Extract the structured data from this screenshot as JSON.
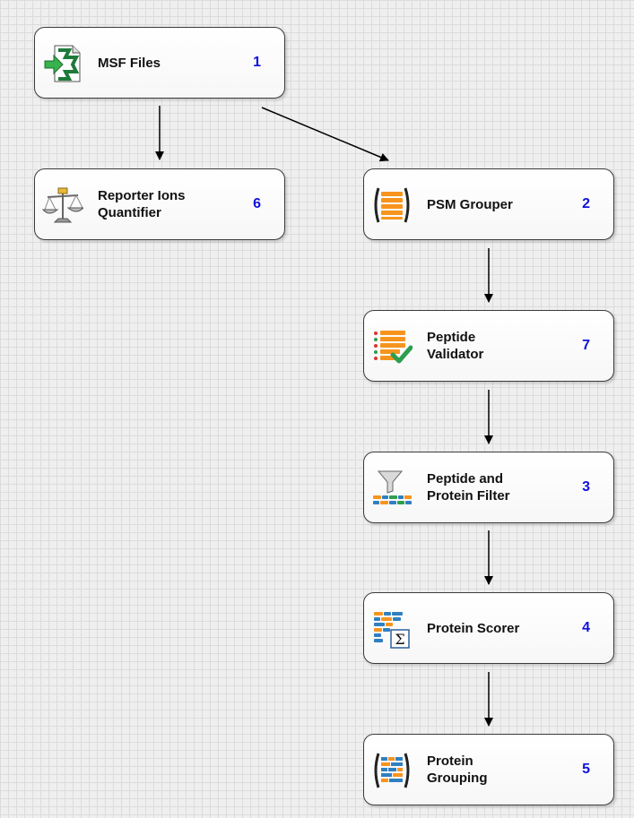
{
  "nodes": {
    "msf_files": {
      "label": "MSF Files",
      "number": "1",
      "icon": "msf-file-icon"
    },
    "reporter_ions": {
      "label": "Reporter Ions\nQuantifier",
      "number": "6",
      "icon": "balance-scale-icon"
    },
    "psm_grouper": {
      "label": "PSM Grouper",
      "number": "2",
      "icon": "psm-grouper-icon"
    },
    "peptide_validator": {
      "label": "Peptide\nValidator",
      "number": "7",
      "icon": "validator-check-icon"
    },
    "peptide_protein_filter": {
      "label": "Peptide and\nProtein Filter",
      "number": "3",
      "icon": "filter-funnel-icon"
    },
    "protein_scorer": {
      "label": "Protein Scorer",
      "number": "4",
      "icon": "sigma-scorer-icon"
    },
    "protein_grouping": {
      "label": "Protein\nGrouping",
      "number": "5",
      "icon": "protein-grouping-icon"
    }
  },
  "colors": {
    "number": "#1010e0",
    "orange": "#f7941d",
    "green": "#2e9e4f",
    "blue": "#2f7fc1"
  }
}
